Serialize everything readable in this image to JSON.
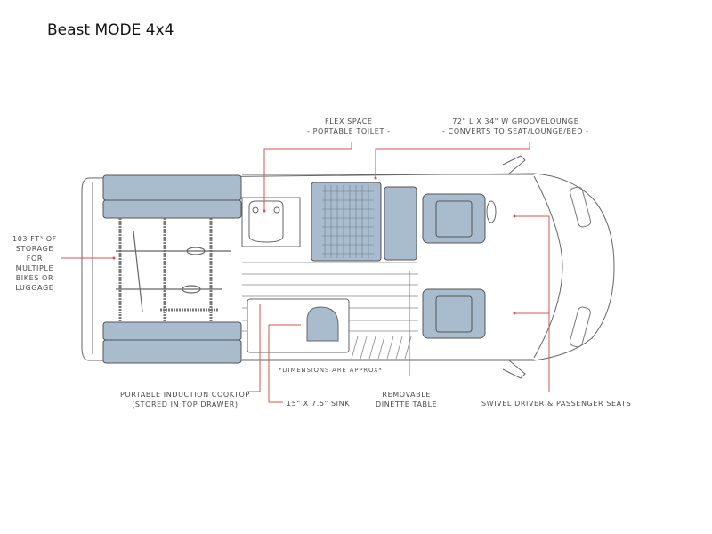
{
  "title": "Beast MODE 4x4",
  "diagram": {
    "subject": "Van floor plan (top view)",
    "colors": {
      "accent_line": "#d9534f",
      "furniture_fill": "#a9bccd",
      "outline": "#555555"
    },
    "labels": {
      "flex_space": {
        "line1": "FLEX SPACE",
        "line2": "- PORTABLE TOILET -"
      },
      "groovelounge": {
        "line1": "72\" L X 34\" W GROOVELOUNGE",
        "line2": "- CONVERTS TO SEAT/LOUNGE/BED -"
      },
      "storage": {
        "line1": "103 FT³ OF",
        "line2": "STORAGE",
        "line3": "FOR",
        "line4": "MULTIPLE",
        "line5": "BIKES OR",
        "line6": "LUGGAGE"
      },
      "cooktop": {
        "line1": "PORTABLE INDUCTION COOKTOP",
        "line2": "(STORED IN TOP DRAWER)"
      },
      "sink": "15\" X 7.5\" SINK",
      "dinette": {
        "line1": "REMOVABLE",
        "line2": "DINETTE TABLE"
      },
      "seats": "SWIVEL DRIVER & PASSENGER SEATS",
      "dimensions_note": "*DIMENSIONS ARE APPROX*"
    }
  }
}
